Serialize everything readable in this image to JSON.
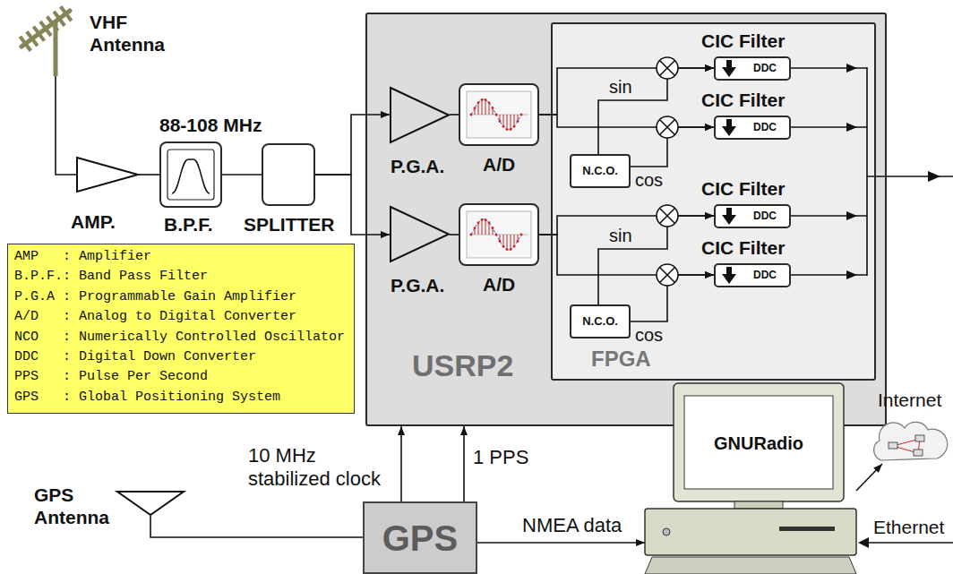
{
  "diagram": {
    "nodes": [
      {
        "text": [
          "VHF Antenna"
        ]
      },
      {
        "text": [
          "AMP."
        ]
      },
      {
        "text": [
          "88-108 MHz",
          "B.P.F."
        ]
      },
      {
        "text": [
          "SPLITTER"
        ]
      },
      {
        "text": [
          "USRP2"
        ]
      },
      {
        "text": [
          "P.G.A."
        ],
        "in": 4
      },
      {
        "text": [
          "A/D"
        ],
        "in": 4
      },
      {
        "text": [
          "P.G.A."
        ],
        "in": 4
      },
      {
        "text": [
          "A/D"
        ],
        "in": 4
      },
      {
        "text": [
          "FPGA"
        ],
        "in": 4
      },
      {
        "text": [
          "N.C.O."
        ],
        "in": 9
      },
      {
        "text": [
          "CIC Filter",
          "DDC"
        ],
        "in": 9
      },
      {
        "text": [
          "CIC Filter",
          "DDC"
        ],
        "in": 9
      },
      {
        "text": [
          "CIC Filter",
          "DDC"
        ],
        "in": 9
      },
      {
        "text": [
          "CIC Filter",
          "DDC"
        ],
        "in": 9
      },
      {
        "text": [
          "N.C.O."
        ],
        "in": 9
      },
      {
        "text": [
          "AMP   : Amplifier",
          "B.P.F.: Band Pass Filter",
          "P.G.A : Programmable Gain Amplifier",
          "A/D   : Analog to Digital Converter",
          "NCO   : Numerically Controlled Oscillator",
          "DDC   : Digital Down Converter",
          "PPS   : Pulse Per Second",
          "GPS   : Global Positioning System"
        ]
      },
      {
        "text": [
          "Internet"
        ]
      },
      {
        "text": [
          "GNURadio"
        ]
      },
      {
        "text": [
          "GPS Antenna"
        ]
      },
      {
        "text": [
          "GPS"
        ]
      }
    ],
    "edges": [
      {
        "from": 0,
        "to": 1,
        "arrow": "none"
      },
      {
        "from": 1,
        "to": 2,
        "arrow": "none"
      },
      {
        "from": 2,
        "to": 3,
        "arrow": "none"
      },
      {
        "from": 3,
        "to": 5,
        "arrow": "to"
      },
      {
        "from": 3,
        "to": 7,
        "arrow": "to"
      },
      {
        "from": 5,
        "to": 6,
        "arrow": "none"
      },
      {
        "from": 7,
        "to": 8,
        "arrow": "none"
      },
      {
        "from": 6,
        "to": 11,
        "arrow": "to"
      },
      {
        "from": 6,
        "to": 12,
        "arrow": "to"
      },
      {
        "from": 10,
        "to": 11,
        "label": "sin",
        "arrow": "to"
      },
      {
        "from": 10,
        "to": 12,
        "label": "cos",
        "arrow": "to"
      },
      {
        "from": 8,
        "to": 13,
        "arrow": "to"
      },
      {
        "from": 8,
        "to": 14,
        "arrow": "to"
      },
      {
        "from": 15,
        "to": 13,
        "label": "sin",
        "arrow": "to"
      },
      {
        "from": 15,
        "to": 14,
        "label": "cos",
        "arrow": "to"
      },
      {
        "from": 20,
        "to": 4,
        "label": "10 MHz stabilized clock",
        "arrow": "to"
      },
      {
        "from": 20,
        "to": 4,
        "label": "1 PPS",
        "arrow": "to"
      },
      {
        "from": 20,
        "to": 18,
        "label": "NMEA data",
        "arrow": "to"
      },
      {
        "from": 18,
        "to": 17,
        "arrow": "to"
      },
      {
        "from": 19,
        "to": 20,
        "arrow": "none"
      }
    ],
    "labels": [
      "Ethernet"
    ]
  }
}
